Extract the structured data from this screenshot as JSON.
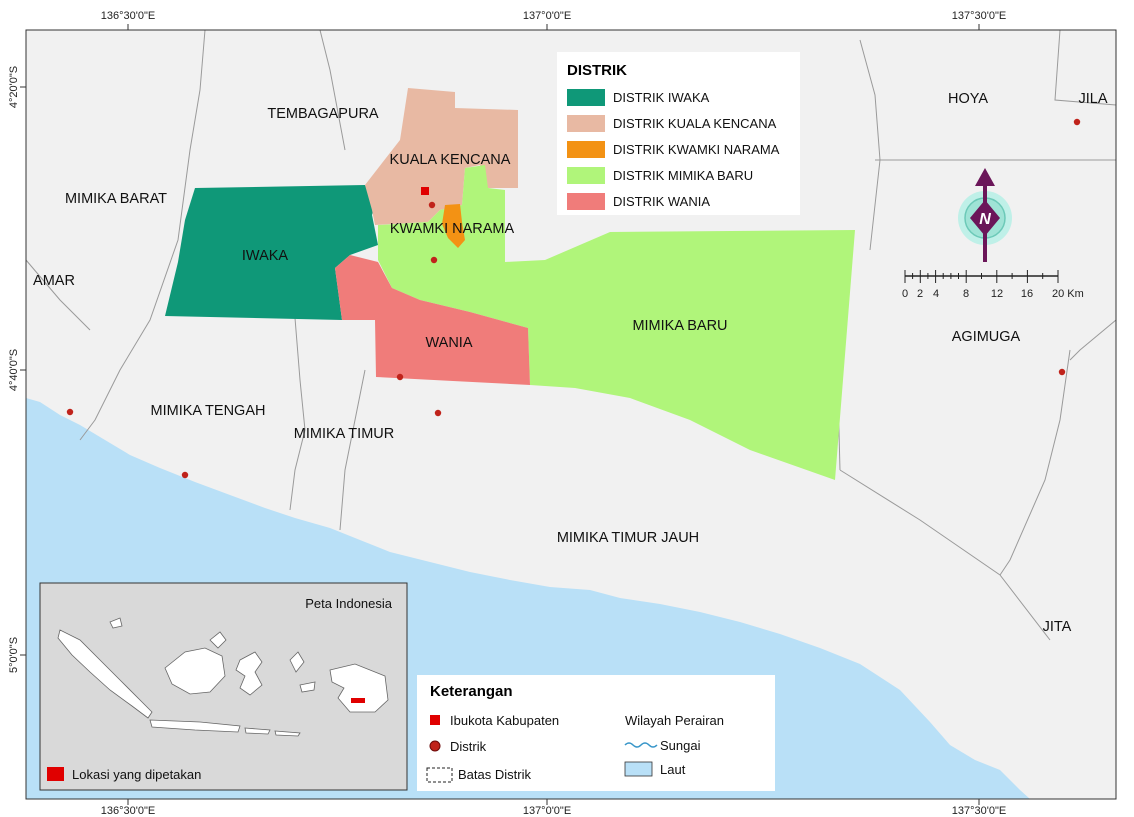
{
  "coords": {
    "top": [
      "136°30'0\"E",
      "137°0'0\"E",
      "137°30'0\"E"
    ],
    "bottom": [
      "136°30'0\"E",
      "137°0'0\"E",
      "137°30'0\"E"
    ],
    "left": [
      "4°20'0\"S",
      "4°40'0\"S",
      "5°0'0\"S"
    ]
  },
  "regions": {
    "tembagapura": "TEMBAGAPURA",
    "kuala_kencana": "KUALA KENCANA",
    "mimika_barat": "MIMIKA BARAT",
    "kwamki_narama": "KWAMKI NARAMA",
    "iwaka": "IWAKA",
    "amar": "AMAR",
    "wania": "WANIA",
    "mimika_baru": "MIMIKA BARU",
    "mimika_tengah": "MIMIKA TENGAH",
    "mimika_timur": "MIMIKA TIMUR",
    "mimika_timur_jauh": "MIMIKA TIMUR JAUH",
    "hoya": "HOYA",
    "jila": "JILA",
    "agimuga": "AGIMUGA",
    "jita": "JITA"
  },
  "distrik_legend": {
    "title": "DISTRIK",
    "items": [
      {
        "label": "DISTRIK IWAKA",
        "color": "#0f9878"
      },
      {
        "label": "DISTRIK KUALA KENCANA",
        "color": "#e8b9a3"
      },
      {
        "label": "DISTRIK KWAMKI NARAMA",
        "color": "#f39214"
      },
      {
        "label": "DISTRIK MIMIKA BARU",
        "color": "#b0f57a"
      },
      {
        "label": "DISTRIK WANIA",
        "color": "#f07c7a"
      }
    ]
  },
  "scale": {
    "ticks": [
      "0",
      "2",
      "4",
      "8",
      "12",
      "16",
      "20 Km"
    ]
  },
  "north_arrow": {
    "letter": "N"
  },
  "inset": {
    "title": "Peta Indonesia",
    "legend_label": "Lokasi yang dipetakan"
  },
  "keterangan": {
    "title": "Keterangan",
    "ibukota": "Ibukota Kabupaten",
    "distrik": "Distrik",
    "batas": "Batas Distrik",
    "wilayah": "Wilayah Perairan",
    "sungai": "Sungai",
    "laut": "Laut"
  },
  "colors": {
    "land": "#f1f1f1",
    "sea": "#b9e0f7",
    "iwaka": "#0f9878",
    "kuala_kencana": "#e8b9a3",
    "kwamki_narama": "#f39214",
    "mimika_baru": "#b0f57a",
    "wania": "#f07c7a",
    "capital": "#e00000",
    "district_point": "#c0231b"
  }
}
